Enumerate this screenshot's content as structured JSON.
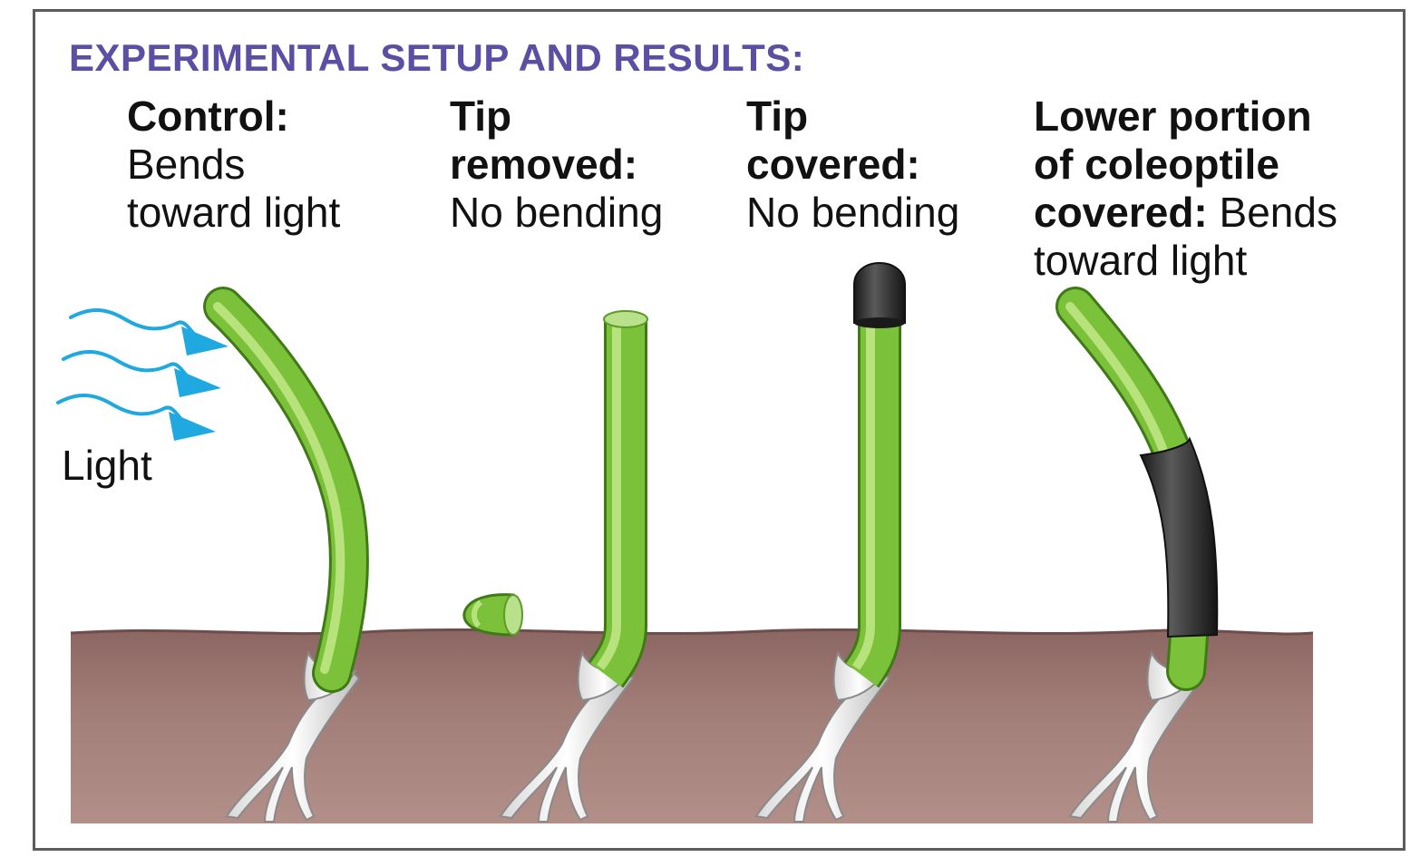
{
  "title": "EXPERIMENTAL SETUP AND RESULTS:",
  "light_label": "Light",
  "panels": [
    {
      "heading_1": "Control:",
      "text_1": "Bends",
      "text_2": "toward light"
    },
    {
      "heading_1": "Tip",
      "heading_2": "removed:",
      "text_1": "No bending"
    },
    {
      "heading_1": "Tip",
      "heading_2": "covered:",
      "text_1": "No bending"
    },
    {
      "heading_1": "Lower portion",
      "heading_2": "of coleoptile",
      "heading_3": "covered:",
      "text_1": " Bends",
      "text_2": "toward light"
    }
  ],
  "colors": {
    "title": "#5a4fa3",
    "soil": "#9a7470",
    "stem": "#7cc13a",
    "light_arrows": "#20a8e0",
    "cover": "#2b2b2b"
  }
}
